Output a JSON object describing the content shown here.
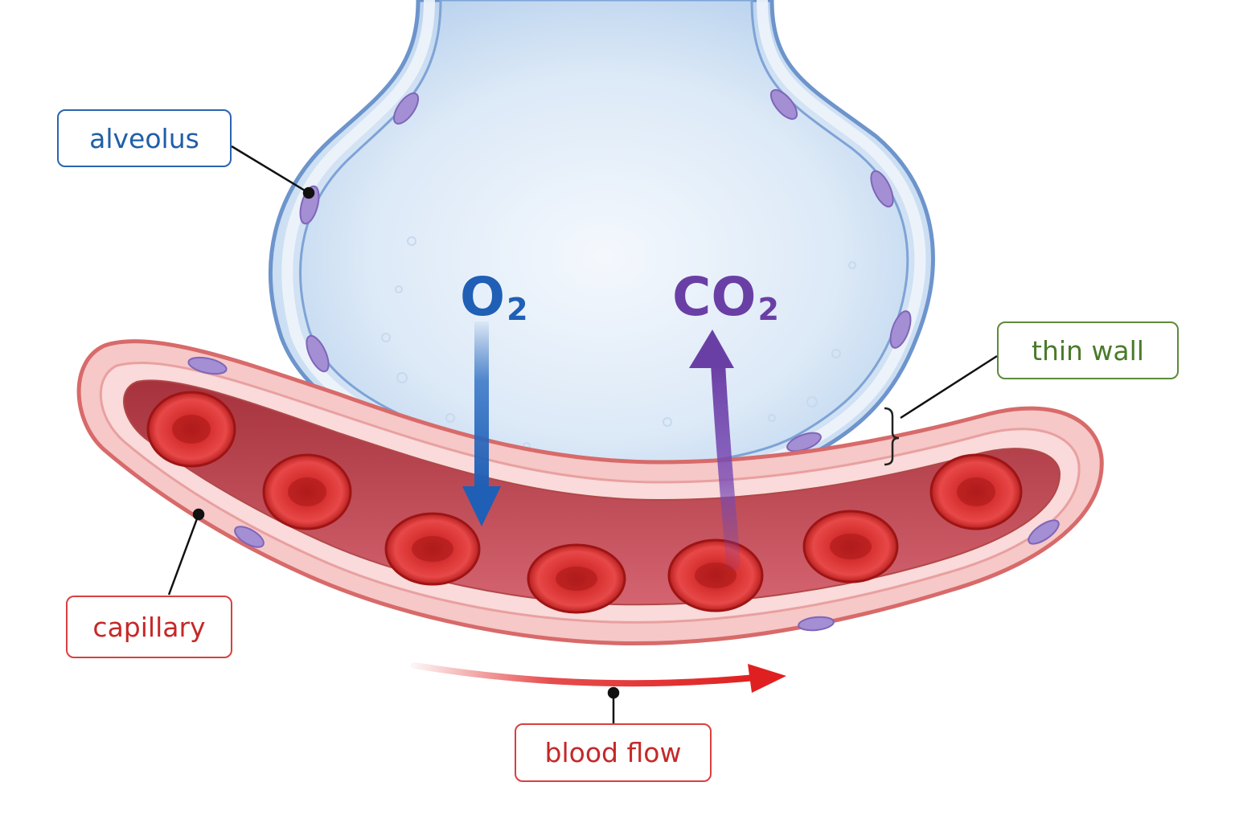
{
  "labels": {
    "alveolus": "alveolus",
    "thin_wall": "thin wall",
    "capillary": "capillary",
    "blood_flow": "blood flow"
  },
  "gases": {
    "oxygen": {
      "symbol": "O",
      "subscript": "2"
    },
    "carbon_dioxide": {
      "symbol": "CO",
      "subscript": "2"
    }
  },
  "colors": {
    "alveolus_label": "#1f5fa8",
    "thin_wall_label": "#4a7a2a",
    "capillary_label": "#c62828",
    "blood_flow_label": "#c62828",
    "oxygen": "#1f5fb5",
    "carbon_dioxide": "#6a3fa5",
    "blood_flow_arrow": "#e02020"
  },
  "icons": {
    "oxygen_arrow": "arrow-down-icon",
    "co2_arrow": "arrow-up-icon",
    "blood_flow_arrow": "arrow-right-icon"
  }
}
